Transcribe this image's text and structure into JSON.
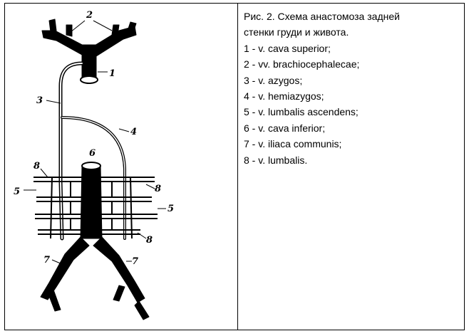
{
  "figure": {
    "labels": {
      "l1": "1",
      "l2": "2",
      "l3": "3",
      "l4": "4",
      "l5a": "5",
      "l5b": "5",
      "l6": "6",
      "l7a": "7",
      "l7b": "7",
      "l8a": "8",
      "l8b": "8",
      "l8c": "8"
    }
  },
  "caption": {
    "title_line1": "Рис. 2. Схема анастомоза задней",
    "title_line2": "стенки груди и живота.",
    "items": [
      "1 - v. cava superior;",
      "2 - vv. brachiocephalecae;",
      "3 - v. azygos;",
      "4 - v. hemiazygos;",
      "5 - v. lumbalis ascendens;",
      "6 - v. cava inferior;",
      "7 - v. iliaca communis;",
      "8 - v. lumbalis."
    ]
  }
}
